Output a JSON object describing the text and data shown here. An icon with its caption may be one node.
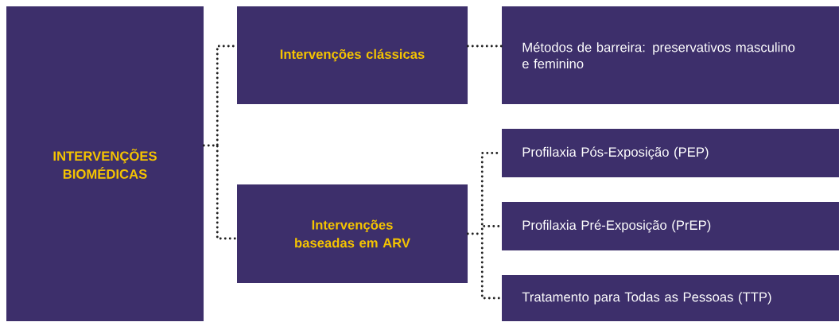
{
  "diagram": {
    "nodes": [
      {
        "text": [
          "INTERVENÇÕES BIOMÉDICAS"
        ]
      },
      {
        "text": [
          "Intervenções clássicas"
        ]
      },
      {
        "text": [
          "Intervenções baseadas em ARV"
        ]
      },
      {
        "text": [
          "Métodos de barreira: preservativos masculino e feminino"
        ]
      },
      {
        "text": [
          "Profilaxia Pós-Exposição (PEP)"
        ]
      },
      {
        "text": [
          "Profilaxia Pré-Exposição (PrEP)"
        ]
      },
      {
        "text": [
          "Tratamento para Todas as Pessoas (TTP)"
        ]
      }
    ],
    "edges": [
      {
        "from": 0,
        "to": 1,
        "arrow": "none",
        "style": "dashed"
      },
      {
        "from": 0,
        "to": 2,
        "arrow": "none",
        "style": "dashed"
      },
      {
        "from": 1,
        "to": 3,
        "arrow": "none",
        "style": "dashed"
      },
      {
        "from": 2,
        "to": 4,
        "arrow": "none",
        "style": "dashed"
      },
      {
        "from": 2,
        "to": 5,
        "arrow": "none",
        "style": "dashed"
      },
      {
        "from": 2,
        "to": 6,
        "arrow": "none",
        "style": "dashed"
      }
    ]
  }
}
